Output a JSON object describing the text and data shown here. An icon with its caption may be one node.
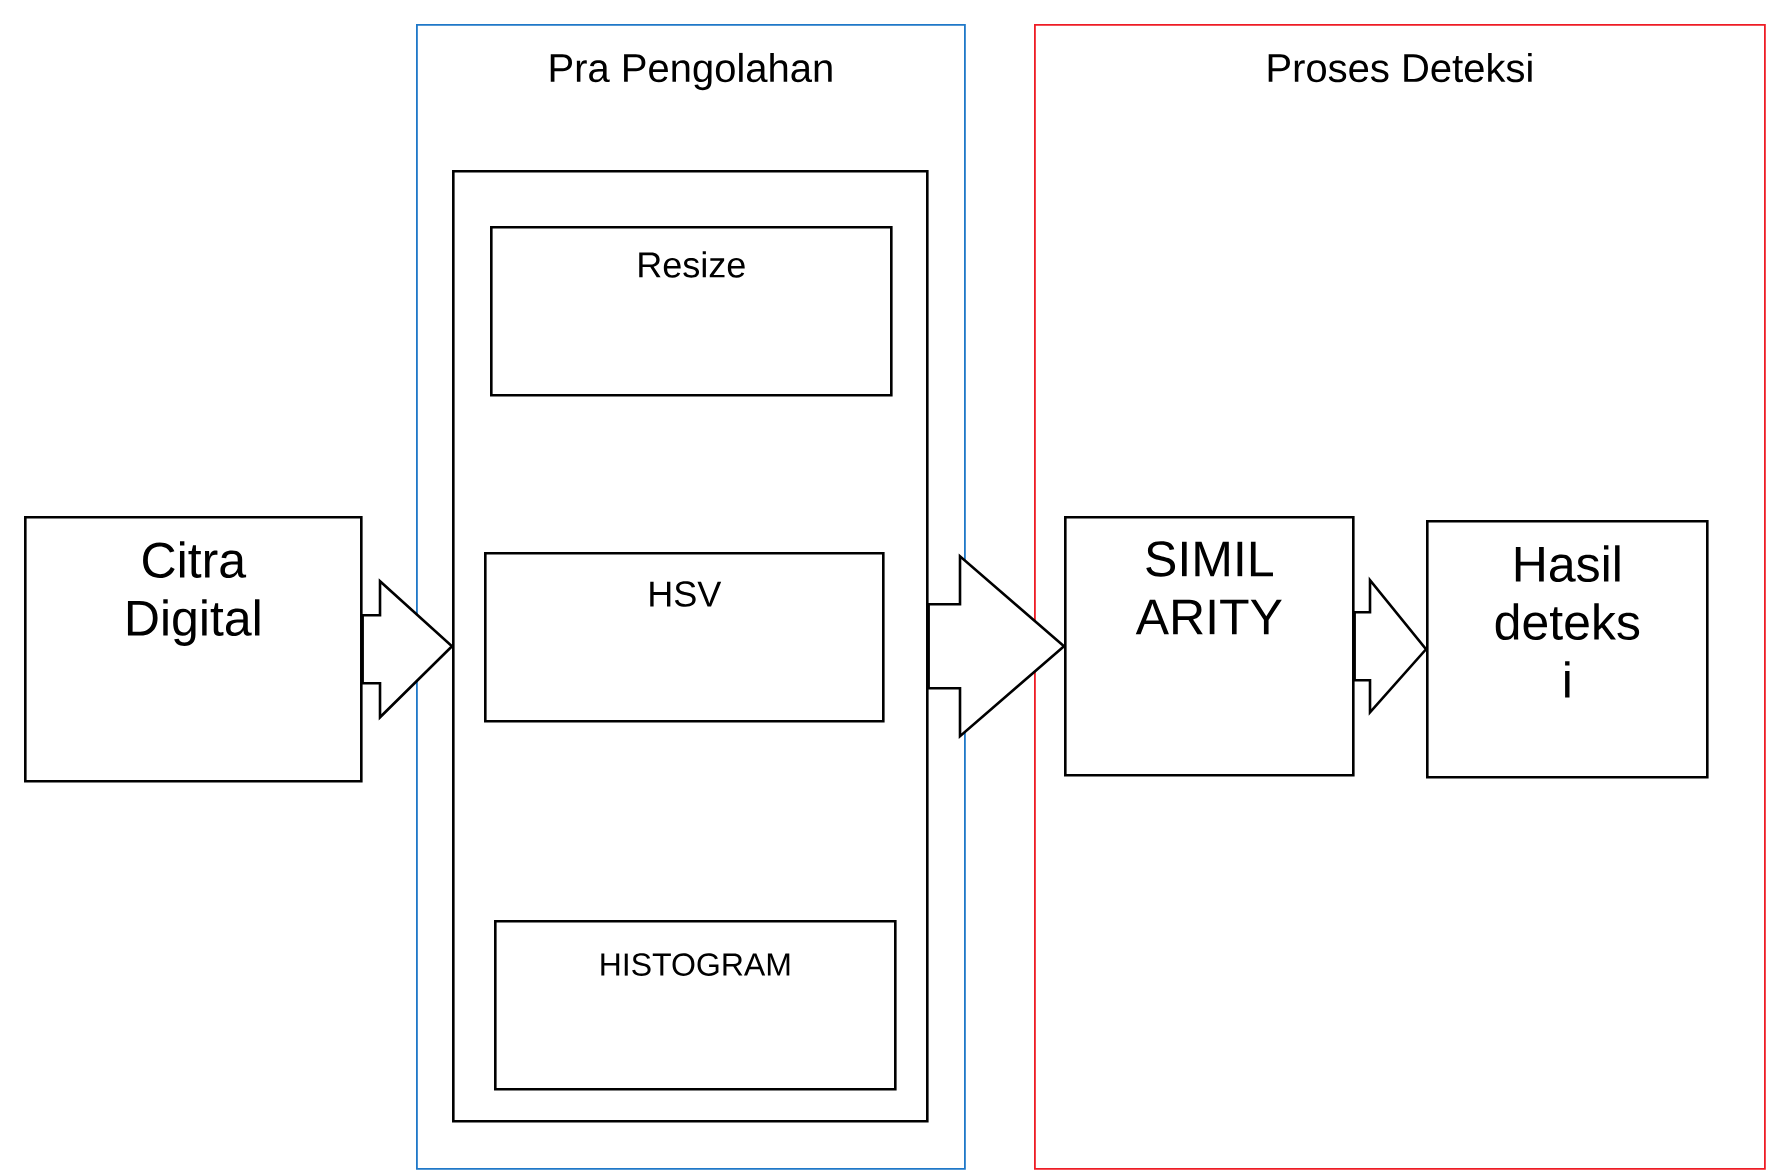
{
  "diagram": {
    "nodes": [
      {
        "text": [
          "Citra Digital"
        ]
      },
      {
        "text": [
          "Pra Pengolahan"
        ]
      },
      {
        "text": [],
        "shape": "box",
        "in": 1
      },
      {
        "text": [
          "Resize"
        ],
        "in": 2
      },
      {
        "text": [
          "HSV"
        ],
        "in": 2
      },
      {
        "text": [
          "HISTOGRAM"
        ],
        "in": 2
      },
      {
        "text": [
          "Proses Deteksi"
        ]
      },
      {
        "text": [
          "SIMIL ARITY"
        ],
        "in": 6
      },
      {
        "text": [
          "Hasil deteks i"
        ],
        "in": 6
      }
    ],
    "edges": [
      {
        "from": 0,
        "to": 2,
        "arrow": "to"
      },
      {
        "from": 2,
        "to": 7,
        "arrow": "to"
      },
      {
        "from": 7,
        "to": 8,
        "arrow": "to"
      }
    ]
  }
}
